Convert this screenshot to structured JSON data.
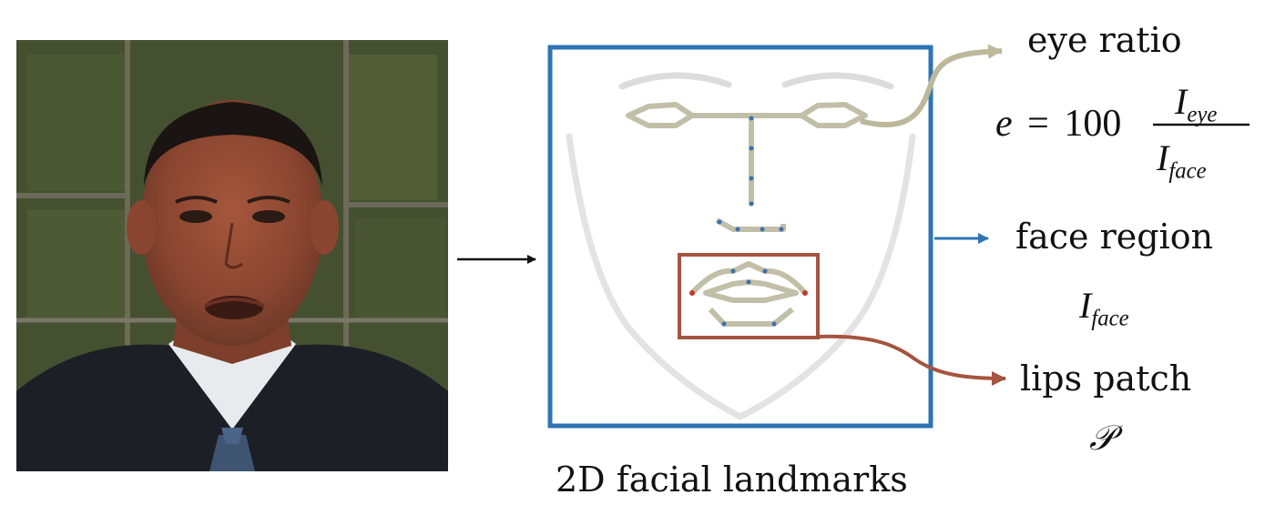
{
  "photo": {
    "description_icon": "portrait-photo"
  },
  "landmark_panel": {
    "caption": "2D facial landmarks"
  },
  "outputs": {
    "eye_ratio": {
      "label": "eye ratio",
      "eq_lhs": "e",
      "eq_op": "=",
      "eq_coef": "100",
      "num_sym": "I",
      "num_sub": "eye",
      "den_sym": "I",
      "den_sub": "face"
    },
    "face_region": {
      "label": "face region",
      "sym": "I",
      "sub": "face"
    },
    "lips_patch": {
      "label": "lips patch",
      "sym": "𝒫"
    }
  },
  "colors": {
    "panel_border": "#2e74b5",
    "lips_box": "#a5543f",
    "eye_arrow": "#bdb89a",
    "landmark_line": "#c2bfa8",
    "outline_gray": "#dcdcdc",
    "point_blue": "#3f6fb0",
    "point_red": "#c0392b"
  }
}
